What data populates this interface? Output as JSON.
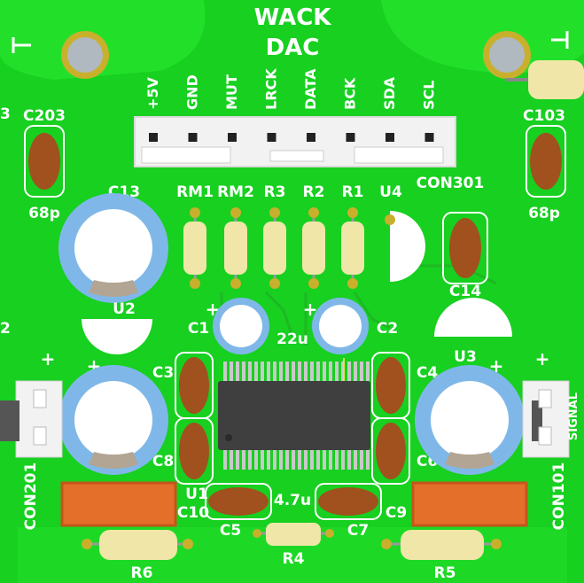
{
  "board": {
    "title_line1": "WACK",
    "title_line2": "DAC",
    "colors": {
      "board": "#17d020",
      "copper_zone": "#22e02a",
      "silkscreen": "#ffffff",
      "capacitor_body": "#a0511e",
      "electrolytic_body": "#7fb8e8",
      "resistor_body": "#efe6a8",
      "ic_body": "#3f3f3f",
      "led_body": "#e46f2a",
      "pad": "#c8b02c"
    }
  },
  "connector": {
    "pins": [
      "+5V",
      "GND",
      "MUT",
      "LRCK",
      "DATA",
      "BCK",
      "SDA",
      "SCL"
    ],
    "ref": "CON301"
  },
  "labels": {
    "c203": "C203",
    "c103": "C103",
    "c13": "C13",
    "c14": "C14",
    "c1": "C1",
    "c2": "C2",
    "c3": "C3",
    "c4": "C4",
    "c5": "C5",
    "c6": "C6",
    "c7": "C7",
    "c8": "C8",
    "c9": "C9",
    "c10": "C10",
    "u1": "U1",
    "u2": "U2",
    "u3": "U3",
    "u4": "U4",
    "rm1": "RM1",
    "rm2": "RM2",
    "r1": "R1",
    "r2": "R2",
    "r3": "R3",
    "r4": "R4",
    "r5": "R5",
    "r6": "R6",
    "con201": "CON201",
    "con101": "CON101",
    "signal": "SIGNAL",
    "val_68p_left": "68p",
    "val_68p_right": "68p",
    "val_22u": "22u",
    "val_4_7u": "4.7u",
    "plus": "+",
    "edge_3": "3",
    "edge_2": "2"
  }
}
